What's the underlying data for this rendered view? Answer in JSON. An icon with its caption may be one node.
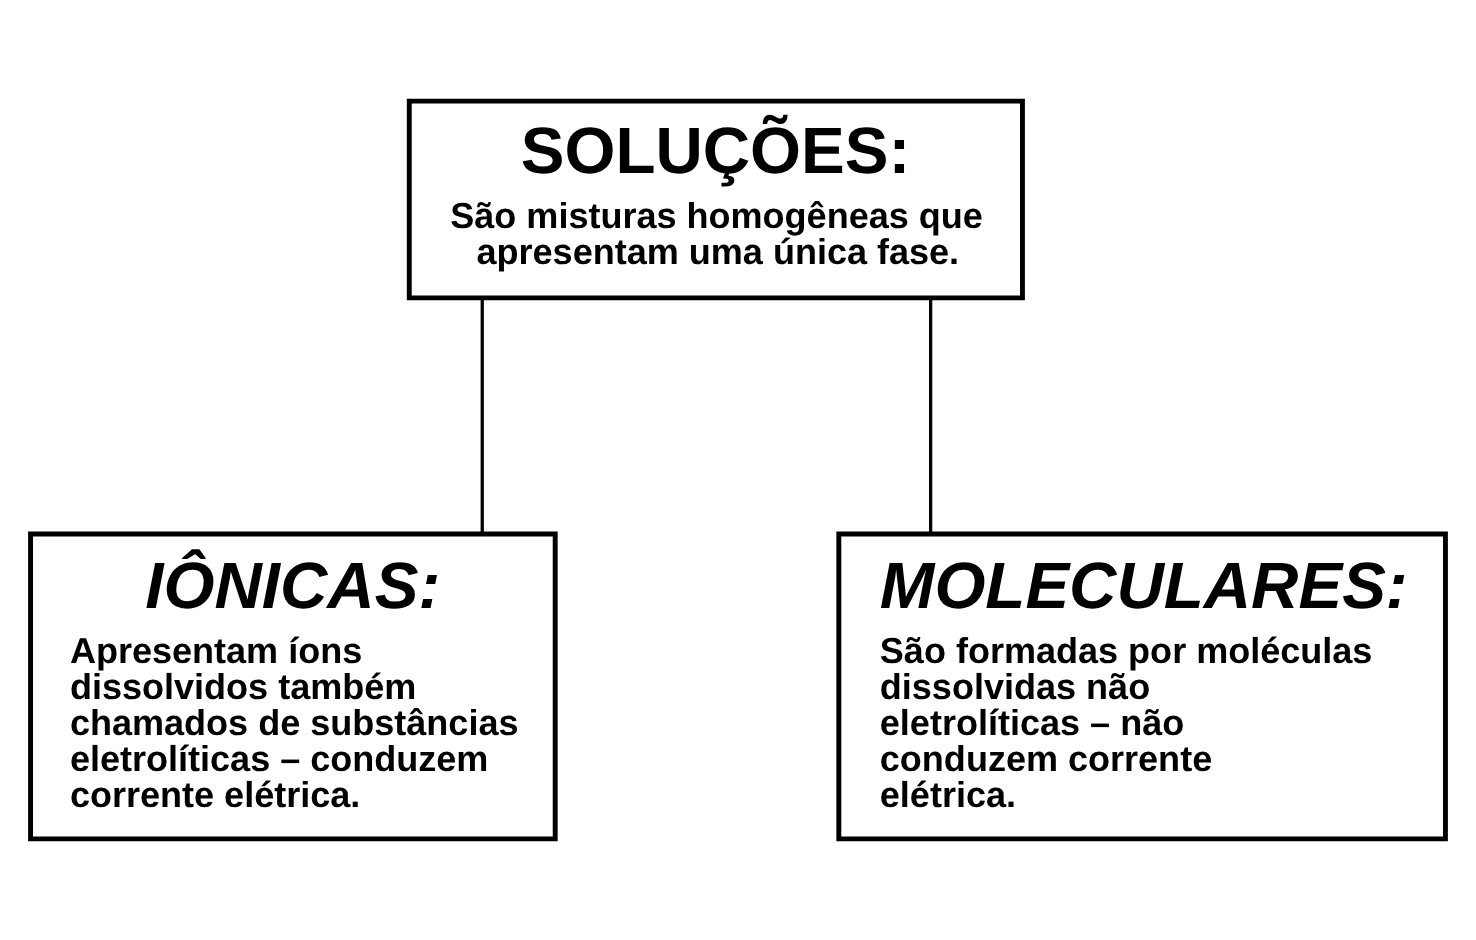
{
  "diagram": {
    "nodes": [
      {
        "text": [
          "SOLUÇÕES:",
          "São misturas homogêneas que apresentam uma única fase."
        ]
      },
      {
        "text": [
          "IÔNICAS:",
          "Apresentam íons dissolvidos também chamados de substâncias eletrolíticas – conduzem corrente elétrica."
        ]
      },
      {
        "text": [
          "MOLECULARES:",
          "São formadas por moléculas dissolvidas não eletrolíticas – não conduzem corrente elétrica."
        ]
      }
    ],
    "edges": [
      {
        "from": 0,
        "to": 1,
        "arrow": "none"
      },
      {
        "from": 0,
        "to": 2,
        "arrow": "none"
      }
    ]
  }
}
